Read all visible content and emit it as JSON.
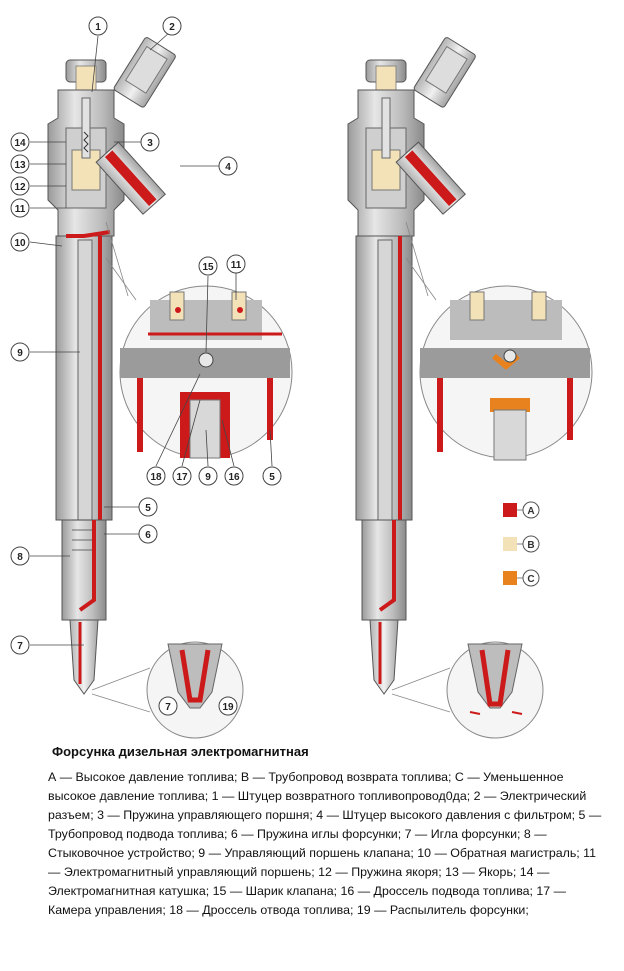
{
  "figure": {
    "labels": {
      "l1": "1",
      "l2": "2",
      "l3": "3",
      "l4": "4",
      "l5": "5",
      "l5b": "5",
      "l6": "6",
      "l7": "7",
      "l7b": "7",
      "l8": "8",
      "l9": "9",
      "l9b": "9",
      "l10": "10",
      "l11": "11",
      "l11b": "11",
      "l12": "12",
      "l13": "13",
      "l14": "14",
      "l15": "15",
      "l16": "16",
      "l17": "17",
      "l18": "18",
      "l19": "19"
    },
    "legend": [
      {
        "key": "A",
        "color": "#cc1a1a"
      },
      {
        "key": "B",
        "color": "#f3e2b8"
      },
      {
        "key": "C",
        "color": "#e8821e"
      }
    ]
  },
  "caption": {
    "title": "Форсунка дизельная электромагнитная",
    "body": "А — Высокое давление топлива; B — Трубопровод возврата топлива; C — Уменьшенное высокое давление топлива; 1 — Штуцер возвратного топливопровод0да; 2 — Электрический разъем; 3 — Пружина управляющего поршня; 4 — Штуцер высокого давления с фильтром; 5 — Трубопровод подвода топлива; 6 — Пружина иглы форсунки; 7 — Игла форсунки; 8 — Стыковочное устройство; 9 — Управляющий поршень клапана; 10 — Обратная магистраль; 11 — Электромагнитный управляющий поршень; 12 — Пружина якоря; 13 — Якорь; 14 — Электромагнитная катушка; 15 — Шарик клапана; 16 — Дроссель подвода топлива; 17 — Камера управления; 18 — Дроссель отвода топлива; 19 — Распылитель форсунки;"
  }
}
